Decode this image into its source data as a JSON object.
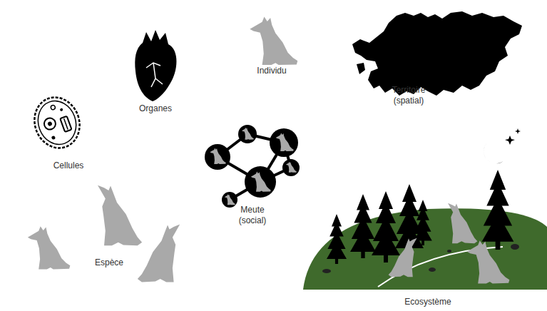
{
  "diagram": {
    "labels": [
      "Organes",
      "Individu",
      "Territoire (spatial)",
      "Cellules",
      "Meute (social)",
      "Espèce",
      "Ecosystème"
    ]
  }
}
